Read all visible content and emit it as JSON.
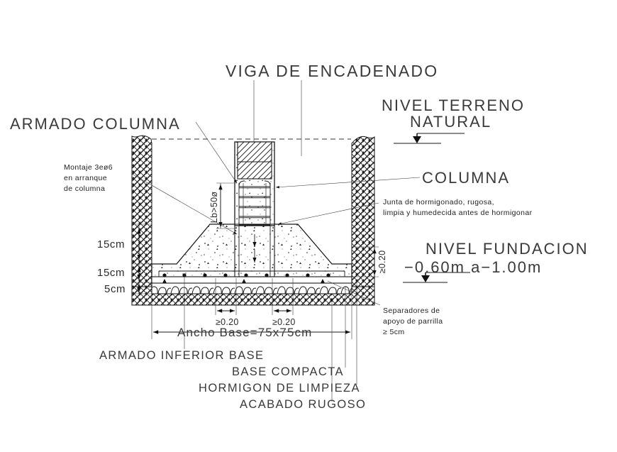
{
  "drawing": {
    "type": "construction-detail-section",
    "discipline": "structural-foundation",
    "language": "es"
  },
  "titles": {
    "beam": "VIGA DE ENCADENADO",
    "column_reinforcement": "ARMADO COLUMNA",
    "ground_level": "NIVEL TERRENO",
    "ground_level_2": "NATURAL",
    "column": "COLUMNA",
    "foundation_level": "NIVEL FUNDACION",
    "foundation_depth": "−0.60m a−1.00m"
  },
  "notes": {
    "assembly_line1": "Montaje 3eø6",
    "assembly_line2": "en arranque",
    "assembly_line3": "de columna",
    "joint_line1": "Junta de hormigonado, rugosa,",
    "joint_line2": "limpia y humedecida antes de hormigonar",
    "spacers_line1": "Separadores de",
    "spacers_line2": "apoyo de parrilla",
    "spacers_line3": "≥ 5cm"
  },
  "dimensions": {
    "left": [
      {
        "label": "15cm"
      },
      {
        "label": "15cm"
      },
      {
        "label": "5cm"
      }
    ],
    "lap_length": "Lb>50ø",
    "bottom_spacing_1": "≥0.20",
    "bottom_spacing_2": "≥0.20",
    "right_vertical": "≥0.20",
    "base_width": "Ancho Base=75x75cm"
  },
  "bottom_labels": [
    {
      "text": "ARMADO INFERIOR BASE"
    },
    {
      "text": "BASE COMPACTA"
    },
    {
      "text": "HORMIGON DE LIMPIEZA"
    },
    {
      "text": "ACABADO RUGOSO"
    }
  ],
  "colors": {
    "line": "#1a1a1a",
    "text": "#3a3a3a",
    "background": "#ffffff"
  }
}
